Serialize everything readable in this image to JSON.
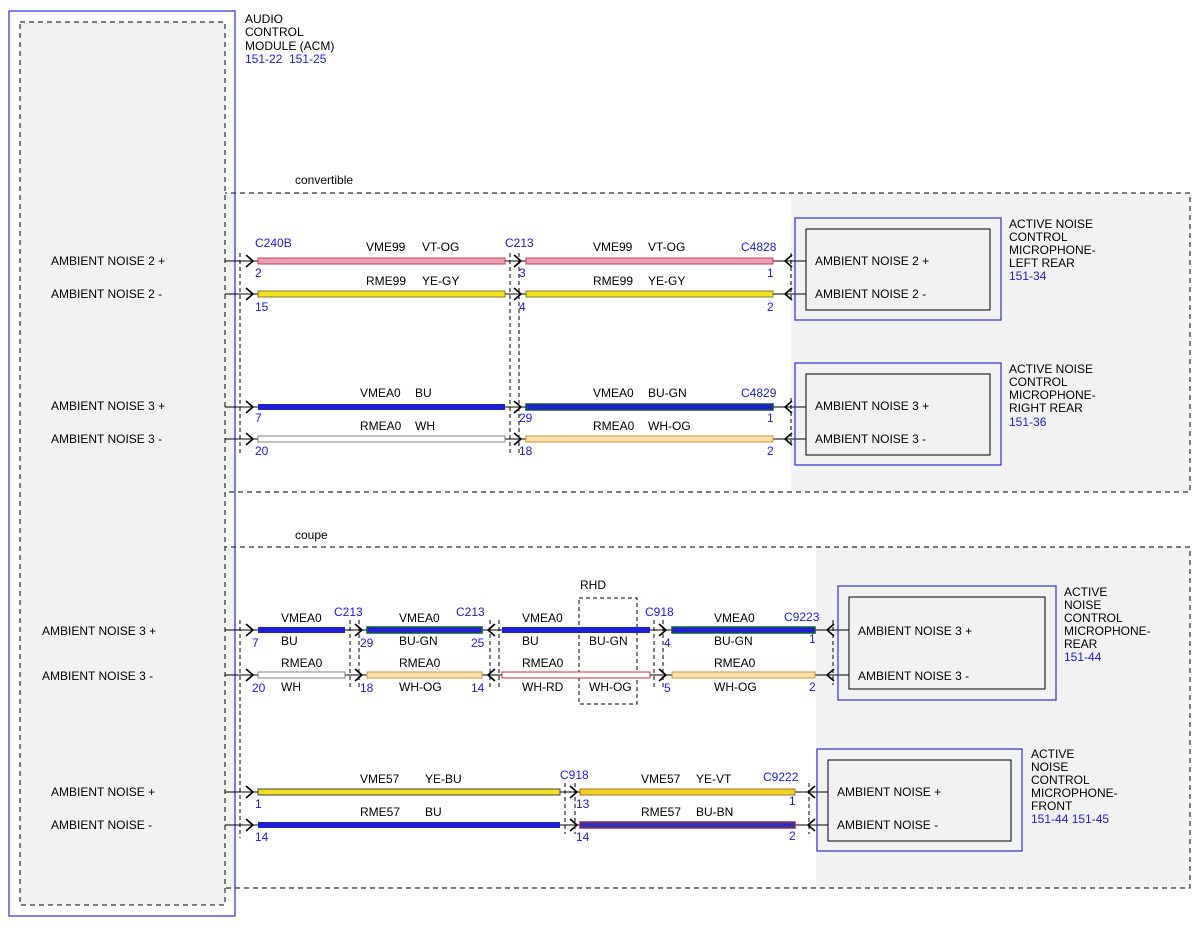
{
  "acm": {
    "line1": "AUDIO",
    "line2": "CONTROL",
    "line3": "MODULE (ACM)",
    "ref1": "151-22",
    "ref2": "151-25"
  },
  "sections": {
    "convertible": "convertible",
    "coupe": "coupe",
    "rhd": "RHD"
  },
  "acm_labels": {
    "c_an2p": "AMBIENT NOISE 2 +",
    "c_an2m": "AMBIENT NOISE 2 -",
    "c_an3p": "AMBIENT NOISE 3 +",
    "c_an3m": "AMBIENT NOISE 3 -",
    "k_an3p": "AMBIENT NOISE 3 +",
    "k_an3m": "AMBIENT NOISE 3 -",
    "k_anp": "AMBIENT NOISE +",
    "k_anm": "AMBIENT NOISE -"
  },
  "connectors": {
    "c240b": "C240B",
    "c213_top": "C213",
    "c4828": "C4828",
    "c4829": "C4829",
    "c213_a": "C213",
    "c213_b": "C213",
    "c918_a": "C918",
    "c9223": "C9223",
    "c918_b": "C918",
    "c9222": "C9222"
  },
  "pins": {
    "p1": "2",
    "p2": "3",
    "p3": "1",
    "p4": "15",
    "p5": "4",
    "p6": "2",
    "p7": "7",
    "p8": "29",
    "p9": "1",
    "p10": "20",
    "p11": "18",
    "p12": "2",
    "p13": "7",
    "p14": "29",
    "p15": "25",
    "p16": "4",
    "p17": "1",
    "p18": "20",
    "p19": "18",
    "p20": "14",
    "p21": "5",
    "p22": "2",
    "p23": "1",
    "p24": "13",
    "p25": "1",
    "p26": "14",
    "p27": "14",
    "p28": "2"
  },
  "wires": {
    "w1": "VME99",
    "w1c": "VT-OG",
    "w2": "VME99",
    "w2c": "VT-OG",
    "w3": "RME99",
    "w3c": "YE-GY",
    "w4": "RME99",
    "w4c": "YE-GY",
    "w5": "VMEA0",
    "w5c": "BU",
    "w6": "VMEA0",
    "w6c": "BU-GN",
    "w7": "RMEA0",
    "w7c": "WH",
    "w8": "RMEA0",
    "w8c": "WH-OG",
    "w9": "VMEA0",
    "w9c": "BU",
    "w10": "VMEA0",
    "w10c": "BU-GN",
    "w11": "VMEA0",
    "w11c": "BU",
    "w11c2": "BU-GN",
    "w12": "VMEA0",
    "w12c": "BU-GN",
    "w13": "RMEA0",
    "w13c": "WH",
    "w14": "RMEA0",
    "w14c": "WH-OG",
    "w15": "RMEA0",
    "w15c": "WH-RD",
    "w15c2": "WH-OG",
    "w16": "RMEA0",
    "w16c": "WH-OG",
    "w17": "VME57",
    "w17c": "YE-BU",
    "w18": "VME57",
    "w18c": "YE-VT",
    "w19": "RME57",
    "w19c": "BU",
    "w20": "RME57",
    "w20c": "BU-BN"
  },
  "devices": {
    "lr": {
      "l1": "ACTIVE NOISE",
      "l2": "CONTROL",
      "l3": "MICROPHONE-",
      "l4": "LEFT REAR",
      "ref": "151-34",
      "pin_p": "AMBIENT NOISE 2 +",
      "pin_m": "AMBIENT NOISE 2 -"
    },
    "rr": {
      "l1": "ACTIVE NOISE",
      "l2": "CONTROL",
      "l3": "MICROPHONE-",
      "l4": "RIGHT REAR",
      "ref": "151-36",
      "pin_p": "AMBIENT NOISE 3 +",
      "pin_m": "AMBIENT NOISE 3 -"
    },
    "rear": {
      "l1": "ACTIVE",
      "l2": "NOISE",
      "l3": "CONTROL",
      "l4": "MICROPHONE-",
      "l5": "REAR",
      "ref": "151-44",
      "pin_p": "AMBIENT NOISE 3 +",
      "pin_m": "AMBIENT NOISE 3 -"
    },
    "front": {
      "l1": "ACTIVE",
      "l2": "NOISE",
      "l3": "CONTROL",
      "l4": "MICROPHONE-",
      "l5": "FRONT",
      "ref": "151-44  151-45",
      "pin_p": "AMBIENT NOISE +",
      "pin_m": "AMBIENT NOISE -"
    }
  },
  "colors": {
    "line_blue": "#2d2de0",
    "ref_blue": "#1a1adc",
    "box_fill": "#f2f2f2"
  }
}
